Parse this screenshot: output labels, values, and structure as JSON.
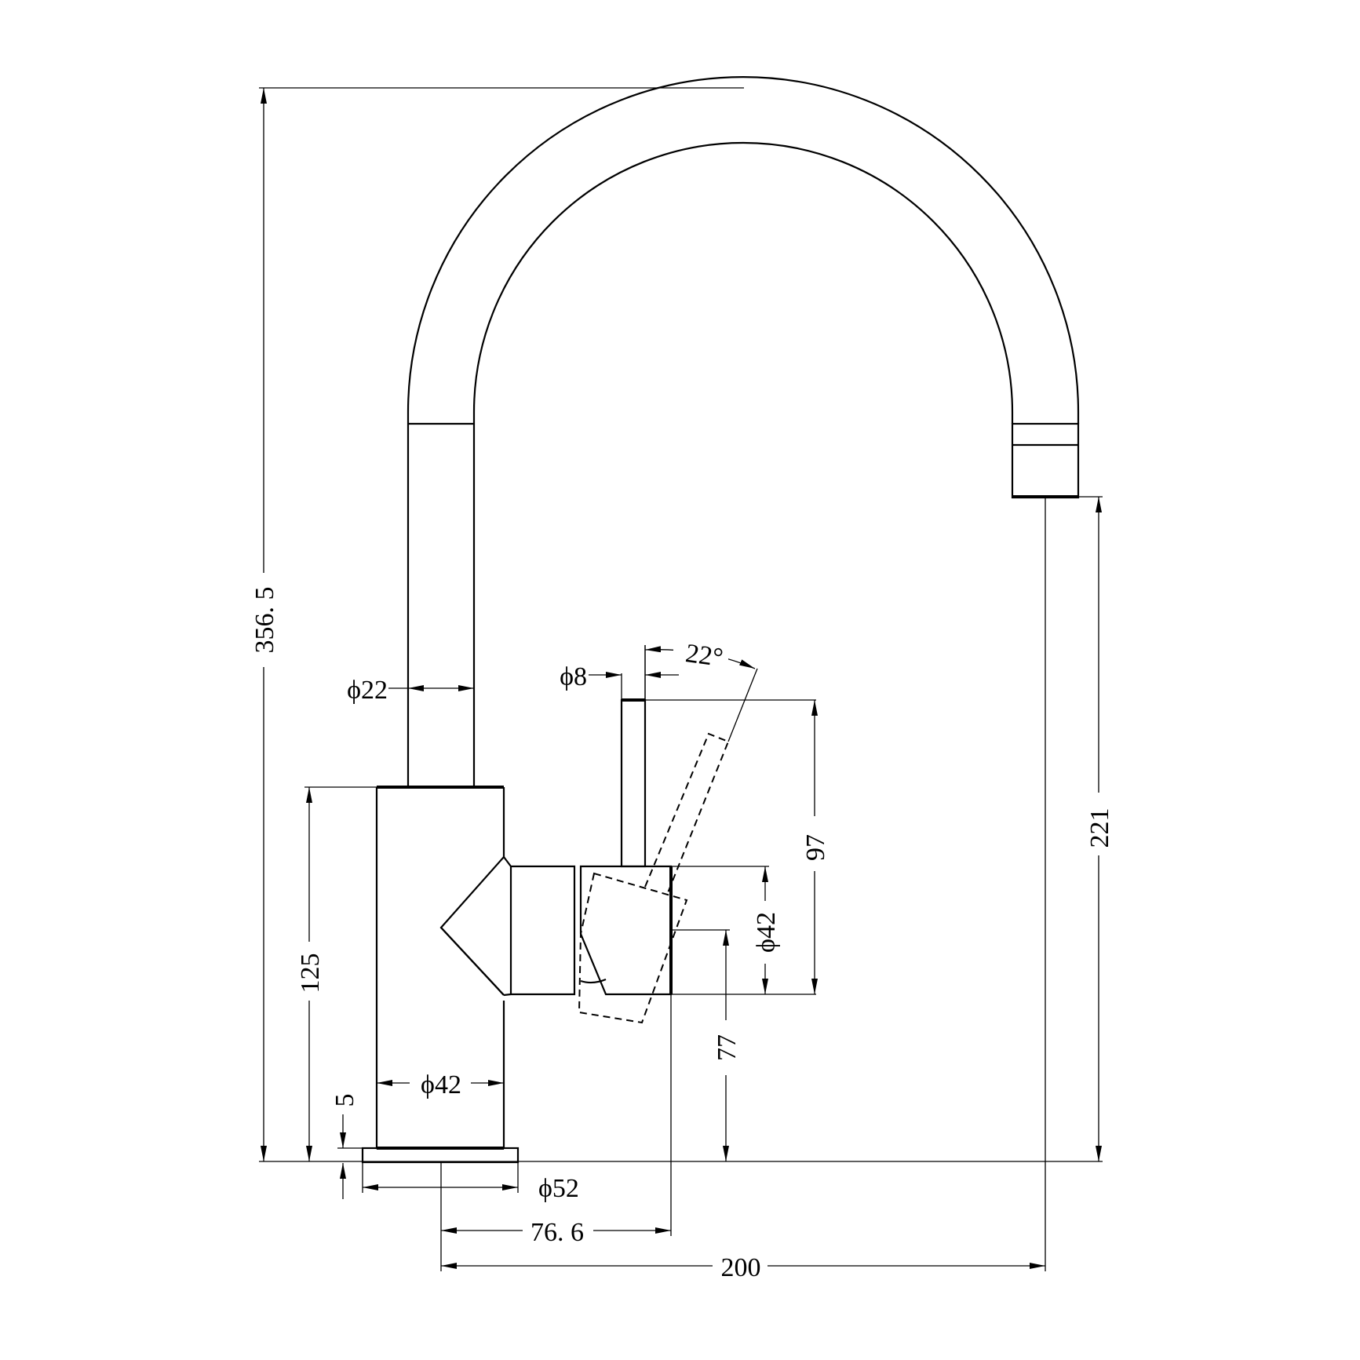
{
  "dimensions": {
    "overall_height": "356. 5",
    "spout_outlet_height": "221",
    "body_height": "125",
    "base_thickness": "5",
    "spout_tube_diameter": "ϕ22",
    "handle_pin_diameter": "ϕ8",
    "handle_angle": "22°",
    "handle_height": "97",
    "handle_hub_diameter": "ϕ42",
    "handle_axis_height": "77",
    "body_diameter": "ϕ42",
    "base_diameter": "ϕ52",
    "handle_reach": "76. 6",
    "spout_reach": "200"
  },
  "colors": {
    "line": "#000000",
    "background": "#ffffff"
  }
}
